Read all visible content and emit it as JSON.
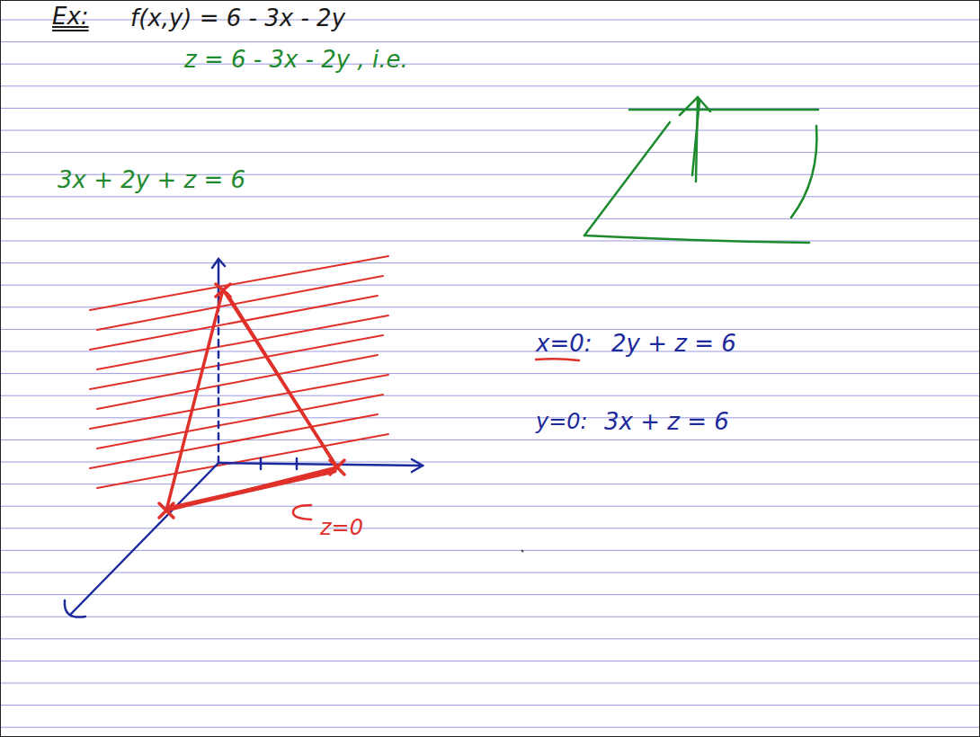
{
  "diagram": {
    "labels": [
      "Ex:",
      "f(x,y) = 6 - 3x - 2y",
      "z = 6 - 3x - 2y , i.e.",
      "3x + 2y + z = 6",
      "x=0:",
      "2y + z = 6",
      "y=0:",
      "3x + z = 6",
      "z=0"
    ]
  }
}
